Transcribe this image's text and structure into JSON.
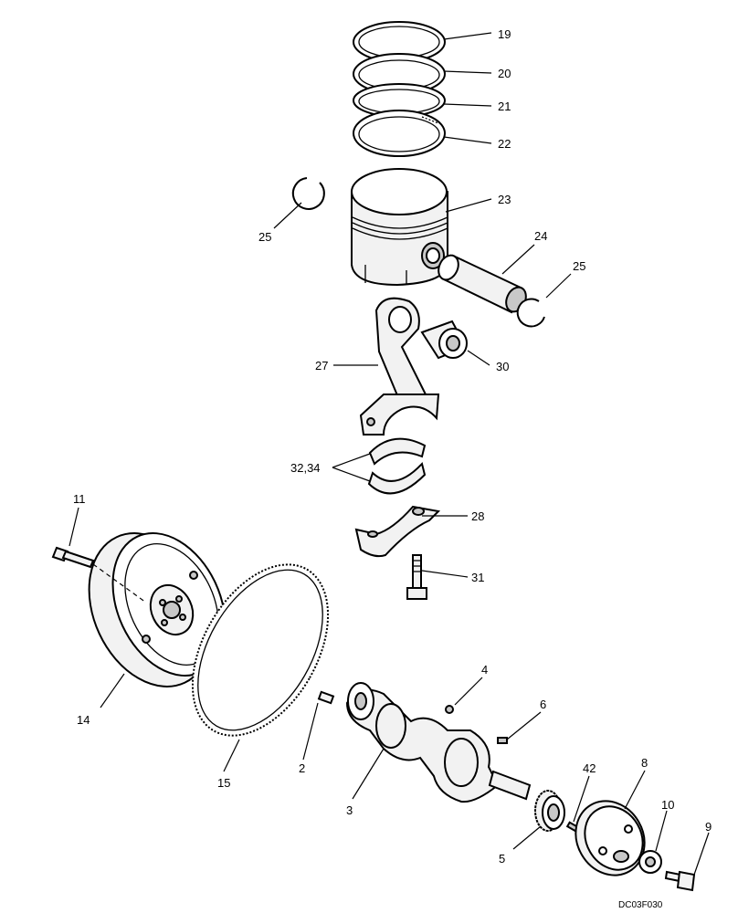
{
  "diagram": {
    "labels": {
      "p19": "19",
      "p20": "20",
      "p21": "21",
      "p22": "22",
      "p23": "23",
      "p24": "24",
      "p25_left": "25",
      "p25_right": "25",
      "p27": "27",
      "p30": "30",
      "p32_34": "32,34",
      "p28": "28",
      "p31": "31",
      "p11": "11",
      "p14": "14",
      "p15": "15",
      "p2": "2",
      "p3": "3",
      "p4": "4",
      "p6": "6",
      "p42": "42",
      "p8": "8",
      "p10": "10",
      "p9": "9",
      "p5": "5"
    },
    "drawing_code": "DC03F030"
  }
}
